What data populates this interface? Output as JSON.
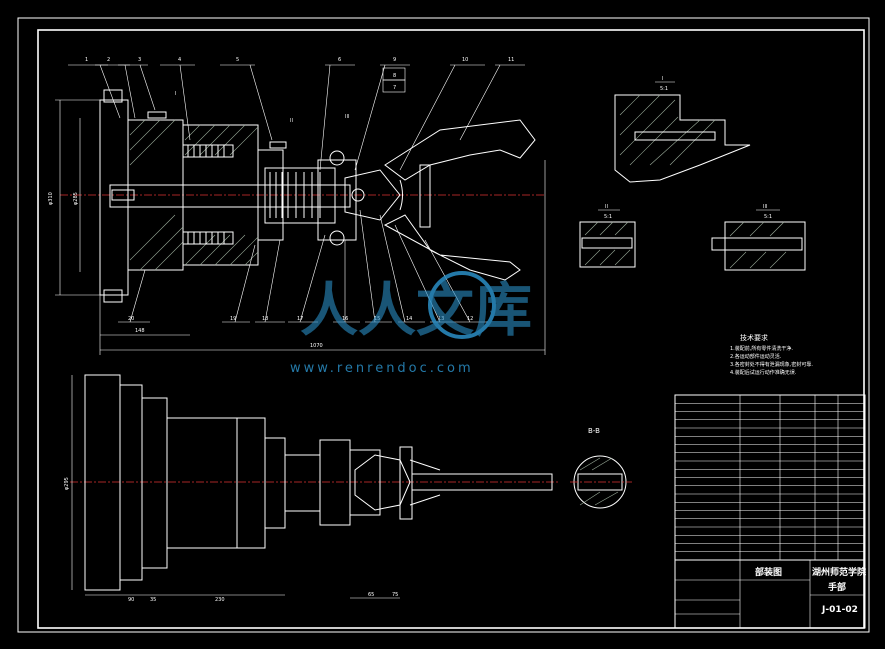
{
  "drawing": {
    "part_numbers_top": [
      "1",
      "2",
      "3",
      "4",
      "5",
      "6",
      "9",
      "8",
      "7",
      "10",
      "11"
    ],
    "part_numbers_bottom": [
      "20",
      "19",
      "18",
      "17",
      "16",
      "15",
      "14",
      "13",
      "12"
    ],
    "section_labels": [
      "I",
      "II",
      "III"
    ],
    "detail_labels": {
      "I": "I",
      "II": "II",
      "III": "III",
      "scale": "5:1"
    },
    "section_bb": "B-B",
    "dims": {
      "overall": "1070",
      "d1": "φ310",
      "d2": "φ285",
      "d3": "148",
      "h1": "90",
      "h2": "35",
      "h3": "230",
      "v1": "φ295",
      "s1": "65",
      "s2": "75"
    }
  },
  "watermark": {
    "text": "人人文库",
    "url": "www.renrendoc.com"
  },
  "tech_req": {
    "title": "技术要求",
    "lines": [
      "1.装配前,所有零件清洗干净.",
      "2.各运动部件运动灵活.",
      "3.各密封处不得有泄漏现象,密封可靠.",
      "4.装配后试运行动作准确无误."
    ]
  },
  "title_block": {
    "school": "湖州师范学院",
    "drawing_title": "手部",
    "type": "部装图",
    "code": "J-01-02"
  }
}
